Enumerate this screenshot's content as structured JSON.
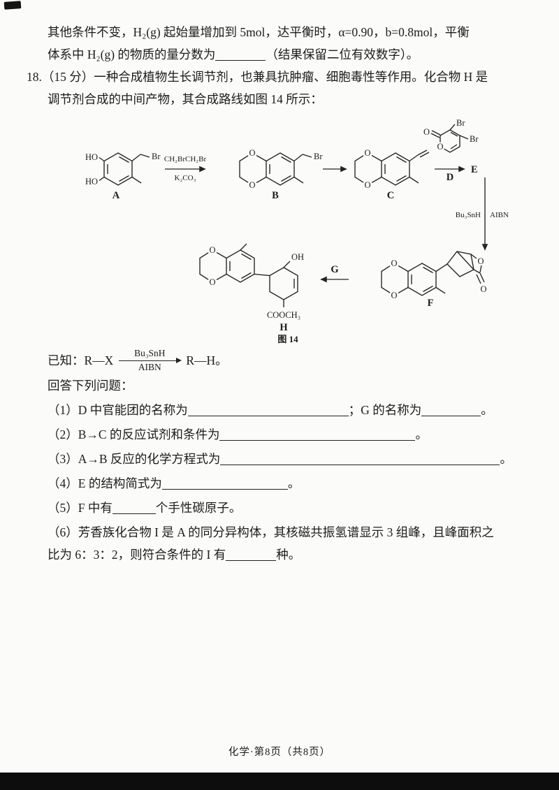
{
  "page": {
    "footer": "化学·第8页（共8页）"
  },
  "top_paragraph": {
    "line1": "其他条件不变，H₂(g) 起始量增加到 5mol，达平衡时，α=0.90，b=0.8mol，平衡",
    "line2_pre": "体系中 H₂(g) 的物质的量分数为",
    "line2_post": "（结果保留二位有效数字）。"
  },
  "q18": {
    "stem_line1": "18.（15 分）一种合成植物生长调节剂，也兼具抗肿瘤、细胞毒性等作用。化合物 H 是",
    "stem_line2": "调节剂合成的中间产物，其合成路线如图 14 所示：",
    "scheme": {
      "caption": "图 14",
      "compound_labels": {
        "a": "A",
        "b": "B",
        "c": "C",
        "d": "D",
        "e": "E",
        "f": "F",
        "g": "G",
        "h": "H"
      },
      "reagents": {
        "step1_top": "CH₂BrCH₂Br",
        "step1_bottom": "K₂CO₃",
        "step2_left": "Bu₃SnH",
        "step2_right": "AIBN"
      },
      "atoms": {
        "ho": "HO",
        "oh": "OH",
        "o": "O",
        "br": "Br",
        "cooch3": "COOCH₃"
      }
    },
    "known": {
      "pre": "已知：R—X",
      "arrow_top": "Bu₃SnH",
      "arrow_bottom": "AIBN",
      "post": "R—H。"
    },
    "answer_heading": "回答下列问题：",
    "q1": {
      "pre": "（1）D 中官能团的名称为",
      "mid": "；G 的名称为",
      "end": "。"
    },
    "q2": {
      "pre": "（2）B→C 的反应试剂和条件为",
      "end": "。"
    },
    "q3": {
      "pre": "（3）A→B 反应的化学方程式为",
      "end": "。"
    },
    "q4": {
      "pre": "（4）E 的结构简式为",
      "end": "。"
    },
    "q5": {
      "pre": "（5）F 中有",
      "end": "个手性碳原子。"
    },
    "q6": {
      "line1": "（6）芳香族化合物 I 是 A 的同分异构体，其核磁共振氢谱显示 3 组峰，且峰面积之",
      "line2_pre": "比为 6：3：2，则符合条件的 I 有",
      "end": "种。"
    }
  }
}
